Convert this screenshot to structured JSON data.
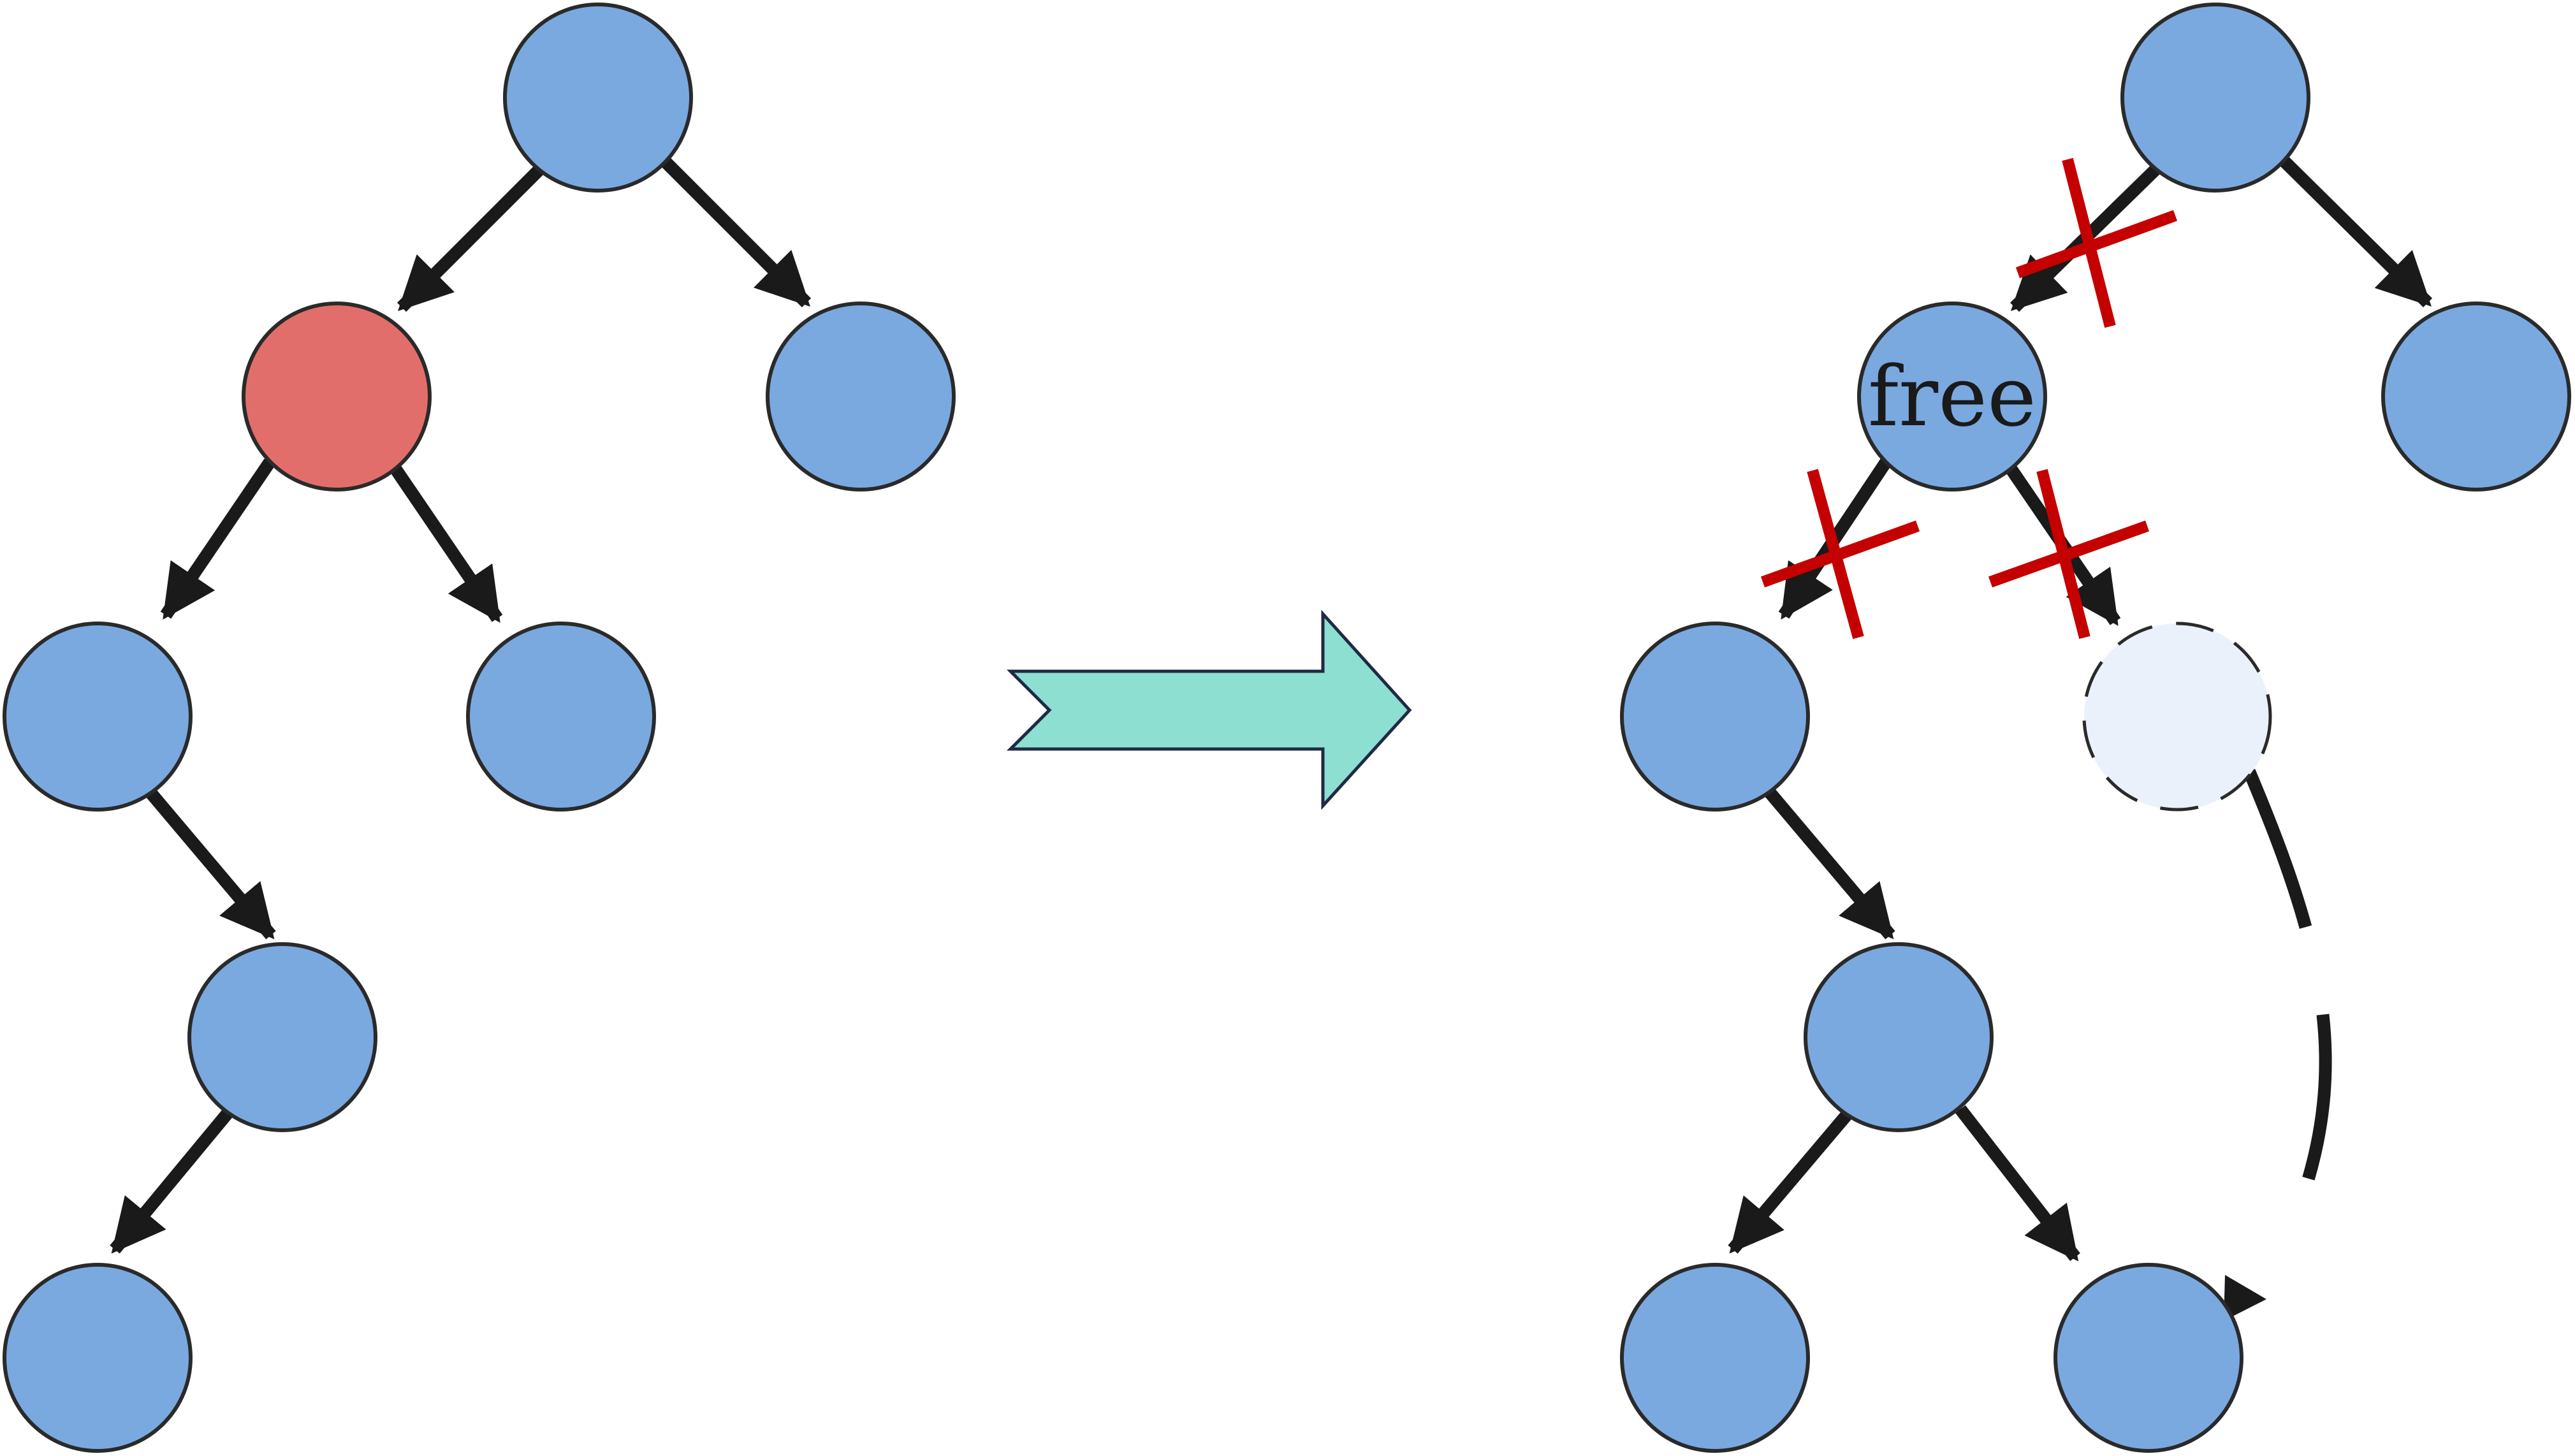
{
  "colors": {
    "node_fill": "#7aa9e0",
    "node_stroke": "#2a2a2a",
    "highlight_fill": "#e26e6b",
    "ghost_fill": "#eaf1fb",
    "edge": "#1a1a1a",
    "cross": "#c40000",
    "transition_arrow": "#8ddfd1"
  },
  "left_tree": {
    "highlighted_node": "to-delete"
  },
  "right_tree": {
    "freed_node_label": "free",
    "ghost_node": "removed-position",
    "severed_links": 3
  },
  "transition_arrow": {
    "icon": "right-arrow-icon"
  }
}
